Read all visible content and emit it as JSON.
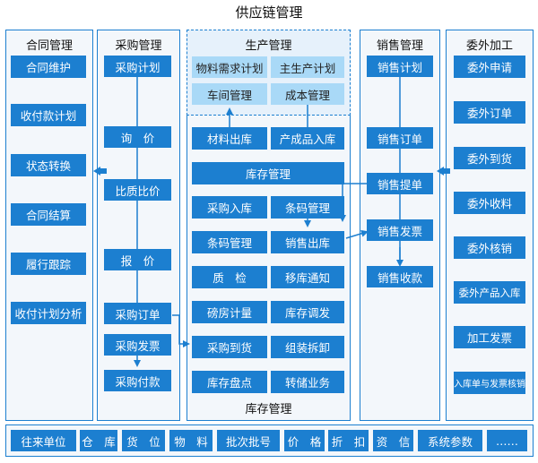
{
  "title": "供应链管理",
  "panels": {
    "contract": {
      "title": "合同管理",
      "items": [
        "合同维护",
        "收付款计划",
        "状态转换",
        "合同结算",
        "履行跟踪",
        "收付计划分析"
      ]
    },
    "purchase": {
      "title": "采购管理",
      "items": [
        "采购计划",
        "询　价",
        "比质比价",
        "报　价",
        "采购订单",
        "采购发票",
        "采购付款"
      ]
    },
    "production": {
      "title": "生产管理",
      "items": [
        "物料需求计划",
        "主生产计划",
        "车间管理",
        "成本管理"
      ]
    },
    "inventory": {
      "title": "库存管理",
      "items": [
        "材料出库",
        "产成品入库",
        "库存管理",
        "采购入库",
        "条码管理",
        "条码管理",
        "销售出库",
        "质　检",
        "移库通知",
        "磅房计量",
        "库存调发",
        "采购到货",
        "组装拆卸",
        "库存盘点",
        "转储业务"
      ]
    },
    "sales": {
      "title": "销售管理",
      "items": [
        "销售计划",
        "销售订单",
        "销售提单",
        "销售发票",
        "销售收款"
      ]
    },
    "outsourcing": {
      "title": "委外加工",
      "items": [
        "委外申请",
        "委外订单",
        "委外到货",
        "委外收料",
        "委外核销",
        "委外产品入库",
        "加工发票",
        "入库单与发票核销"
      ]
    }
  },
  "bottom_bar": [
    "往来单位",
    "仓　库",
    "货　位",
    "物　料",
    "批次批号",
    "价　格",
    "折　扣",
    "资　信",
    "系统参数",
    "……"
  ],
  "colors": {
    "primary": "#1c7fd0",
    "light": "#a9d9f7",
    "panel_bg": "#f3f7fb"
  }
}
